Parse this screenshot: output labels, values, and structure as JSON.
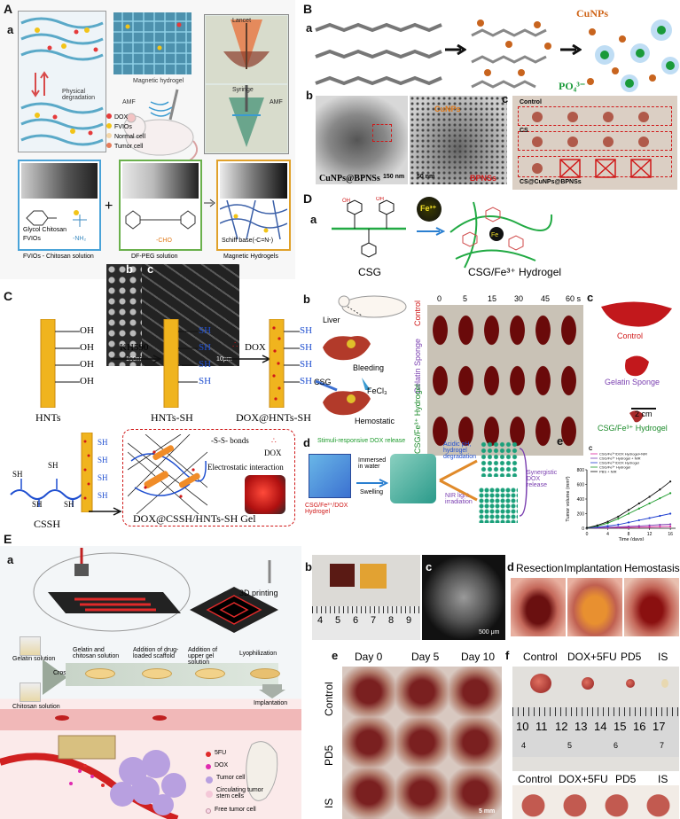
{
  "panelA": {
    "letter": "A",
    "sub_a": "a",
    "sub_b": "b",
    "sub_c": "c",
    "legend": [
      "DOX",
      "FVIOs",
      "Normal cell",
      "Tumor cell"
    ],
    "labels": {
      "physical": "Physical degradation",
      "magnetic": "Magnetic hydrogel",
      "amf": "AMF",
      "lancet": "Lancet",
      "syringe": "Syringe",
      "chitosan": "Glycol Chitosan",
      "fvios": "FVIOs",
      "nh2": "-NH₂",
      "cho": "-CHO",
      "schiff": "Schiff base(-C=N-)",
      "sol1": "FVIOs - Chitosan solution",
      "sol2": "DF-PEG solution",
      "sol3": "Magnetic Hydrogels",
      "scale_b": "100nm",
      "scale_c": "10μm"
    }
  },
  "panelB": {
    "letter": "B",
    "sub_a": "a",
    "sub_b": "b",
    "sub_c": "c",
    "cunps": "CuNPs",
    "po4": "PO₄³⁻",
    "tem_label": "CuNPs@BPNSs",
    "scale1": "150 nm",
    "scale2": "50 nm",
    "cunps_arrow": "CuNPs",
    "bpnss_arrow": "BPNSs",
    "rows": [
      "Control",
      "CS",
      "CS@CuNPs@BPNSs"
    ]
  },
  "panelC": {
    "letter": "C",
    "oh": "OH",
    "sh": "SH",
    "reagent1": "KH590",
    "reagent2": "DOX",
    "hnts": "HNTs",
    "hnts_sh": "HNTs-SH",
    "dox_hnts": "DOX@HNTs-SH",
    "cssh": "CSSH",
    "ss_bonds": "-S-S- bonds",
    "dox": "DOX",
    "electro": "Electrostatic interaction",
    "gel": "DOX@CSSH/HNTs-SH Gel"
  },
  "panelD": {
    "letter": "D",
    "sub_a": "a",
    "sub_b": "b",
    "sub_c": "c",
    "sub_d": "d",
    "sub_e": "e",
    "fe": "Fe³⁺",
    "csg": "CSG",
    "hydrogel": "CSG/Fe³⁺ Hydrogel",
    "liver": "Liver",
    "bleeding": "Bleeding",
    "csg2": "CSG",
    "fecl3": "FeCl₃",
    "hemostatic": "Hemostatic",
    "times": [
      "0",
      "5",
      "15",
      "30",
      "45",
      "60 s"
    ],
    "rowlabels": [
      "Control",
      "Gelatin Sponge",
      "CSG/Fe³⁺ Hydrogel"
    ],
    "c_labels": [
      "Control",
      "Gelatin Sponge",
      "CSG/Fe³⁺ Hydrogel"
    ],
    "scale_c": "2 cm",
    "d_title": "Stimuli-responsive DOX release",
    "d_immersed": "Immersed in water",
    "d_swelling": "Swelling",
    "d_hydrogel": "CSG/Fe³⁺/DOX Hydrogel",
    "d_acid": "Acidic pH, hydrogel degradation",
    "d_nir": "NIR light irradiation",
    "d_synergy": "Synergistic DOX release"
  },
  "panelE": {
    "letter": "E",
    "sub_a": "a",
    "sub_b": "b",
    "sub_c": "c",
    "sub_d": "d",
    "sub_e": "e",
    "sub_f": "f",
    "printing": "3D printing",
    "gelatin_sol": "Gelatin solution",
    "chitosan_sol": "Chitosan solution",
    "crosslinking": "Crosslinking",
    "step1": "Gelatin and chitosan solution",
    "step2": "Addition of drug-loaded scaffold",
    "step3": "Addition of upper gel solution",
    "step4": "Lyophilization",
    "implantation": "Implantation",
    "legend": [
      "5FU",
      "DOX",
      "Tumor cell",
      "Circulating tumor stem cells",
      "Free tumor cell"
    ],
    "ruler_b": [
      "4",
      "5",
      "6",
      "7",
      "8",
      "9"
    ],
    "scale_c": "500 μm",
    "d_cols": [
      "Resection",
      "Implantation",
      "Hemostasis"
    ],
    "e_cols": [
      "Day 0",
      "Day 5",
      "Day 10"
    ],
    "e_rows": [
      "Control",
      "PD5",
      "IS"
    ],
    "e_scale": "5 mm",
    "f_cols": [
      "Control",
      "DOX+5FU",
      "PD5",
      "IS"
    ],
    "f_ruler": [
      "10",
      "11",
      "12",
      "13",
      "14",
      "15",
      "16",
      "17"
    ],
    "f_ruler2": [
      "4",
      "5",
      "6",
      "7"
    ]
  },
  "chart_data": {
    "type": "line",
    "title": "",
    "xlabel": "Time (days)",
    "ylabel": "Tumor volume (mm³)",
    "x": [
      0,
      2,
      4,
      6,
      8,
      10,
      12,
      14,
      16
    ],
    "xticks": [
      0,
      4,
      8,
      12,
      16
    ],
    "yticks": [
      0,
      200,
      400,
      600,
      800
    ],
    "xlim": [
      0,
      17
    ],
    "ylim": [
      0,
      800
    ],
    "panel_label": "C",
    "series": [
      {
        "name": "CSG/Fe³⁺/DOX Hydrogel+NIR",
        "color": "#e0209e",
        "values": [
          5,
          6,
          8,
          10,
          12,
          15,
          18,
          22,
          25
        ]
      },
      {
        "name": "CSG/Fe³⁺ Hydrogel + NIR",
        "color": "#7a3fb0",
        "values": [
          5,
          8,
          12,
          18,
          25,
          32,
          40,
          48,
          55
        ]
      },
      {
        "name": "CSG/Fe³⁺/DOX Hydrogel",
        "color": "#1f3fd0",
        "values": [
          5,
          15,
          30,
          50,
          80,
          110,
          140,
          170,
          200
        ]
      },
      {
        "name": "CSG/Fe³⁺ Hydrogel",
        "color": "#1b9a2a",
        "values": [
          5,
          30,
          70,
          130,
          200,
          270,
          340,
          410,
          480
        ]
      },
      {
        "name": "PBS + NIR",
        "color": "#111111",
        "values": [
          5,
          40,
          90,
          160,
          250,
          340,
          430,
          530,
          640
        ]
      }
    ]
  }
}
